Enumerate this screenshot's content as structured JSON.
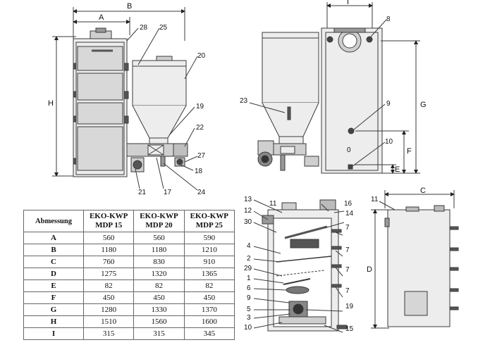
{
  "table": {
    "header_label": "Abmessung",
    "columns": [
      "EKO-KWP MDP 15",
      "EKO-KWP MDP 20",
      "EKO-KWP MDP 25"
    ],
    "col_lines": [
      [
        "EKO-KWP",
        "MDP 15"
      ],
      [
        "EKO-KWP",
        "MDP 20"
      ],
      [
        "EKO-KWP",
        "MDP 25"
      ]
    ],
    "rows": [
      {
        "dim": "A",
        "values": [
          "560",
          "560",
          "590"
        ]
      },
      {
        "dim": "B",
        "values": [
          "1180",
          "1180",
          "1210"
        ]
      },
      {
        "dim": "C",
        "values": [
          "760",
          "830",
          "910"
        ]
      },
      {
        "dim": "D",
        "values": [
          "1275",
          "1320",
          "1365"
        ]
      },
      {
        "dim": "E",
        "values": [
          "82",
          "82",
          "82"
        ]
      },
      {
        "dim": "F",
        "values": [
          "450",
          "450",
          "450"
        ]
      },
      {
        "dim": "G",
        "values": [
          "1280",
          "1330",
          "1370"
        ]
      },
      {
        "dim": "H",
        "values": [
          "1510",
          "1560",
          "1600"
        ]
      },
      {
        "dim": "I",
        "values": [
          "315",
          "315",
          "345"
        ]
      }
    ]
  },
  "front_view": {
    "dims": {
      "a": "A",
      "b": "B",
      "h": "H"
    },
    "callouts": [
      "28",
      "25",
      "20",
      "19",
      "22",
      "27",
      "18",
      "24",
      "17",
      "21"
    ]
  },
  "side_view": {
    "callouts": [
      "23"
    ]
  },
  "rear_view": {
    "dims": {
      "i": "I",
      "g": "G",
      "f": "F",
      "e": "E"
    },
    "callouts": [
      "8",
      "9",
      "10"
    ],
    "inner_mark": "0"
  },
  "section_view": {
    "callouts_left": [
      "13",
      "12",
      "30",
      "4",
      "2",
      "29",
      "1",
      "6",
      "9",
      "5",
      "3",
      "10"
    ],
    "callouts_right": [
      "11",
      "16",
      "14",
      "7",
      "7",
      "7",
      "7",
      "19",
      "15"
    ]
  },
  "outline_view": {
    "dims": {
      "c": "C",
      "d": "D"
    },
    "callouts": [
      "11"
    ]
  },
  "colors": {
    "line": "#3a3a3a",
    "fill_light": "#ededed",
    "fill_mid": "#cfcfcf",
    "fill_dark": "#555555"
  }
}
